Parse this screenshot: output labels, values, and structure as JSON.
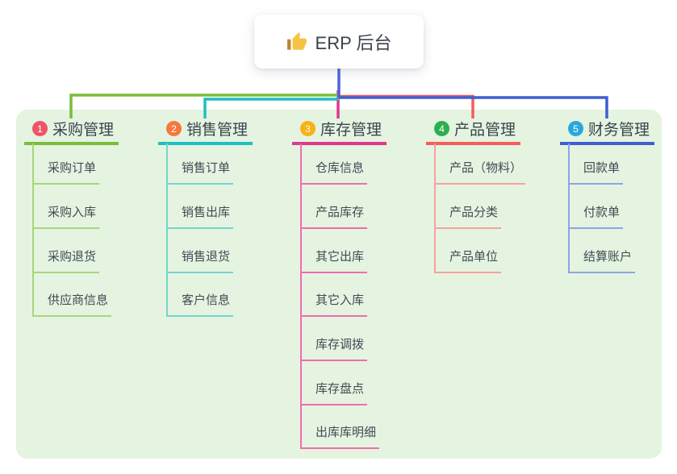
{
  "root": {
    "title": "ERP 后台",
    "icon": "thumbs-up-icon"
  },
  "canvas": {
    "background": "#ffffff",
    "panel_color": "#e4f4e0",
    "stem_color": "#4c63d9",
    "title_text_color": "#39434e",
    "branch_text_color": "#3a4550",
    "child_text_color": "#414b55"
  },
  "branches": [
    {
      "badge": "1",
      "title": "采购管理",
      "badge_color": "#ee5466",
      "line_color": "#7abd3c",
      "child_line_color": "#a9d57a",
      "children": [
        "采购订单",
        "采购入库",
        "采购退货",
        "供应商信息"
      ]
    },
    {
      "badge": "2",
      "title": "销售管理",
      "badge_color": "#f4793d",
      "line_color": "#1fbfbf",
      "child_line_color": "#76d4ce",
      "children": [
        "销售订单",
        "销售出库",
        "销售退货",
        "客户信息"
      ]
    },
    {
      "badge": "3",
      "title": "库存管理",
      "badge_color": "#f8b117",
      "line_color": "#e0378f",
      "child_line_color": "#f26bb2",
      "children": [
        "仓库信息",
        "产品库存",
        "其它出库",
        "其它入库",
        "库存调拨",
        "库存盘点",
        "出库库明细"
      ]
    },
    {
      "badge": "4",
      "title": "产品管理",
      "badge_color": "#2eae52",
      "line_color": "#f55c5c",
      "child_line_color": "#f9a0a0",
      "children": [
        "产品（物料）",
        "产品分类",
        "产品单位"
      ]
    },
    {
      "badge": "5",
      "title": "财务管理",
      "badge_color": "#2aa7de",
      "line_color": "#3e5ed1",
      "child_line_color": "#8fa3e4",
      "children": [
        "回款单",
        "付款单",
        "结算账户"
      ]
    }
  ]
}
